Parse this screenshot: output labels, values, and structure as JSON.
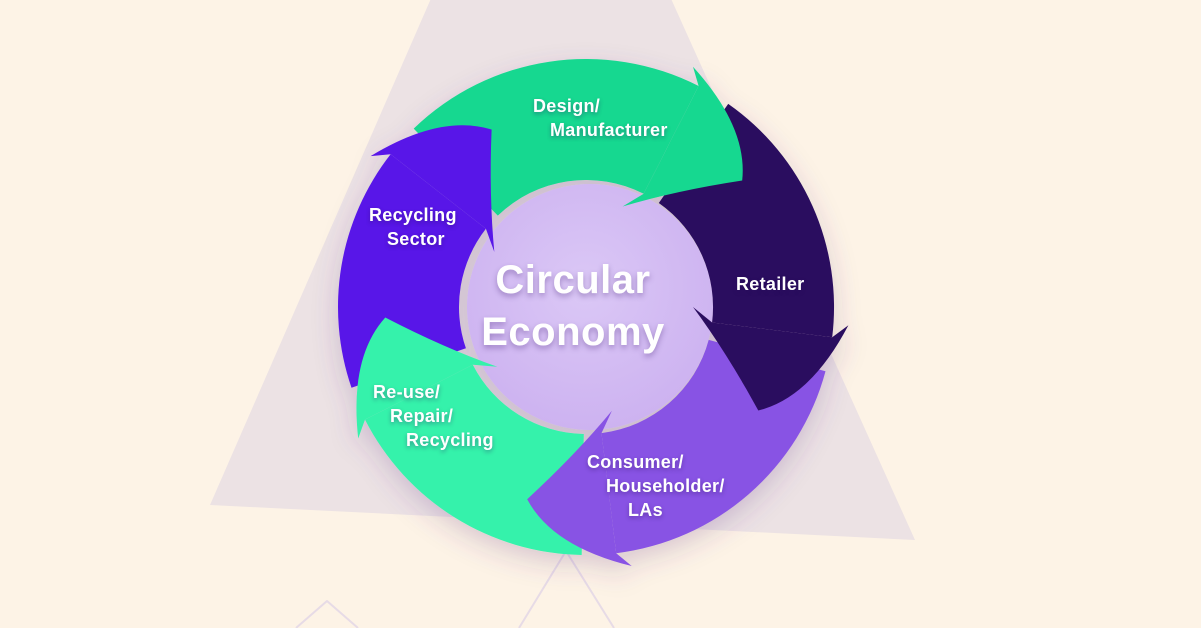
{
  "background": {
    "color": "#fdf3e6",
    "triangle_fill": "#ece2e4",
    "outline_color": "#e7dbe6"
  },
  "diagram": {
    "title": {
      "line1": "Circular",
      "line2": "Economy",
      "text_color": "#ffffff"
    },
    "center_circle_color": "#ccb1f0",
    "center_circle_highlight": "#dbc8f6",
    "segments": [
      {
        "id": "design-manufacturer",
        "color": "#15d890",
        "lines": [
          "Design/",
          "Manufacturer"
        ]
      },
      {
        "id": "retailer",
        "color": "#2c0f5e",
        "lines": [
          "Retailer"
        ]
      },
      {
        "id": "consumer-householder-las",
        "color": "#8852e4",
        "lines": [
          "Consumer/",
          "Householder/",
          "LAs"
        ]
      },
      {
        "id": "reuse-repair-recycling",
        "color": "#35f2ab",
        "lines": [
          "Re-use/",
          "Repair/",
          "Recycling"
        ]
      },
      {
        "id": "recycling-sector",
        "color": "#5813e8",
        "lines": [
          "Recycling",
          "Sector"
        ]
      }
    ]
  }
}
